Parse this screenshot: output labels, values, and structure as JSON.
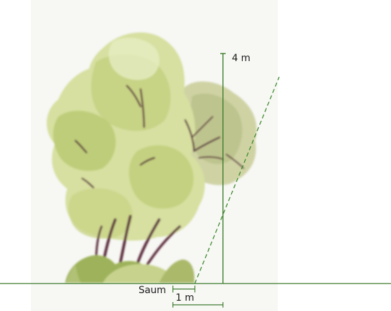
{
  "labels": {
    "height": "4 m",
    "saum": "Saum",
    "width": "1 m"
  },
  "colors": {
    "measure_line": "#3a7a2a",
    "dashed_line": "#3a8a2a",
    "foliage_light": "#d8e2a0",
    "foliage_mid": "#b8c870",
    "foliage_dark": "#8ea848",
    "trunk": "#5a2a3a"
  },
  "illustration": "hedge-shrub-drawing"
}
